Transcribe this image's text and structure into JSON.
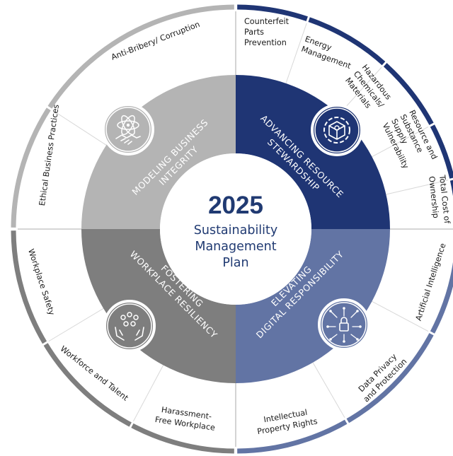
{
  "center": {
    "year": "2025",
    "subtitle_lines": [
      "Sustainability",
      "Management",
      "Plan"
    ]
  },
  "quadrants": {
    "modeling": {
      "lines": [
        "MODELING BUSINESS",
        "INTEGRITY"
      ],
      "color": "#b4b4b4",
      "icon": "handshake-atom-icon"
    },
    "advancing": {
      "lines": [
        "ADVANCING RESOURCE",
        "STEWARDSHIP"
      ],
      "color": "#1f3574",
      "icon": "gear-box-icon"
    },
    "fostering": {
      "lines": [
        "FOSTERING",
        "WORKPLACE RESILIENCY"
      ],
      "color": "#7e7e7e",
      "icon": "people-hands-icon"
    },
    "elevating": {
      "lines": [
        "ELEVATING",
        "DIGITAL RESPONSIBILITY"
      ],
      "color": "#6274a4",
      "icon": "circuit-lock-icon"
    }
  },
  "outer_ring": {
    "accent_colors": {
      "navy": "#1f3574",
      "light_gray": "#b4b4b4",
      "dark_gray": "#7e7e7e",
      "slate": "#6274a4"
    },
    "top_left": [
      {
        "id": "ethical_business",
        "lines": [
          "Ethical Business Practices"
        ]
      },
      {
        "id": "anti_bribery",
        "lines": [
          "Anti-Bribery/ Corruption"
        ]
      }
    ],
    "top_right": [
      {
        "id": "counterfeit",
        "lines": [
          "Counterfeit",
          "Parts",
          "Prevention"
        ]
      },
      {
        "id": "energy",
        "lines": [
          "Energy",
          "Management"
        ]
      },
      {
        "id": "hazardous",
        "lines": [
          "Hazardous",
          "Chemicals/",
          "Materials"
        ]
      },
      {
        "id": "resource_substance",
        "lines": [
          "Resource and",
          "Substance",
          "Supply",
          "Vulnerability"
        ]
      },
      {
        "id": "total_cost",
        "lines": [
          "Total Cost of",
          "Ownership"
        ]
      }
    ],
    "bottom_left": [
      {
        "id": "workplace_safety",
        "lines": [
          "Workplace Safety"
        ]
      },
      {
        "id": "workforce_talent",
        "lines": [
          "Workforce and Talent"
        ]
      },
      {
        "id": "harassment_free",
        "lines": [
          "Harassment-",
          "Free Workplace"
        ]
      }
    ],
    "bottom_right": [
      {
        "id": "artificial_intelligence",
        "lines": [
          "Artificial Intelligence"
        ]
      },
      {
        "id": "data_privacy",
        "lines": [
          "Data Privacy",
          "and Protection"
        ]
      },
      {
        "id": "intellectual_property",
        "lines": [
          "Intellectual",
          "Property Rights"
        ]
      }
    ]
  }
}
